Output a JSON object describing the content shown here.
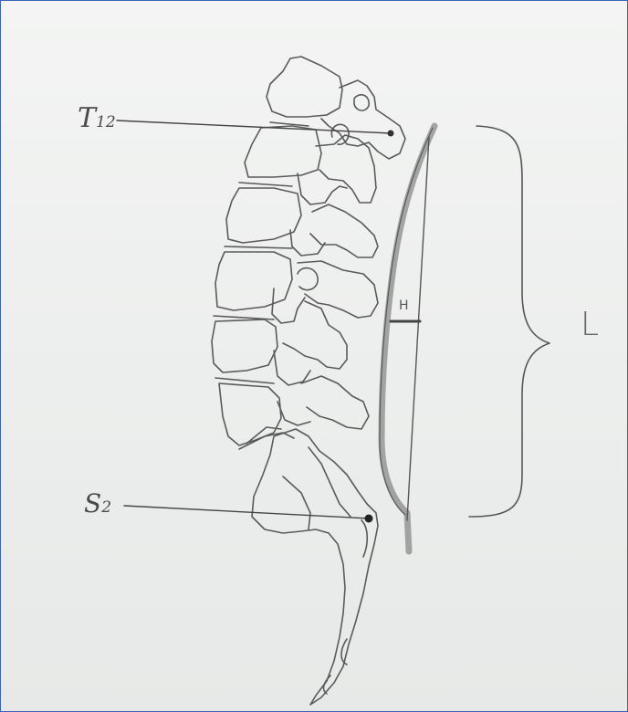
{
  "labels": {
    "t12_main": "T",
    "t12_sub": "12",
    "s2_main": "S",
    "s2_sub": "2",
    "h": "H",
    "l": "L"
  },
  "colors": {
    "pencil": "#555555",
    "shade": "#8a8a8a",
    "frame": "#3b63b8"
  }
}
